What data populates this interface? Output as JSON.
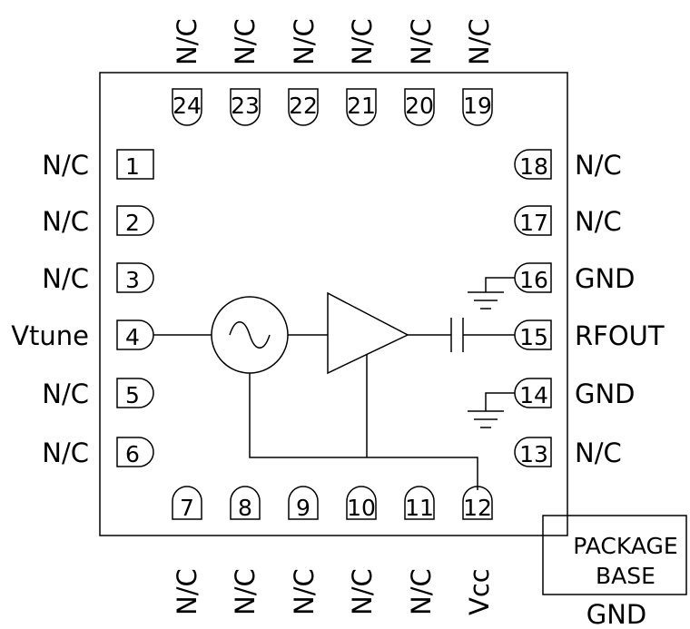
{
  "pins_left": [
    {
      "num": "1",
      "label": "N/C",
      "shape": "square"
    },
    {
      "num": "2",
      "label": "N/C",
      "shape": "round"
    },
    {
      "num": "3",
      "label": "N/C",
      "shape": "round"
    },
    {
      "num": "4",
      "label": "Vtune",
      "shape": "round"
    },
    {
      "num": "5",
      "label": "N/C",
      "shape": "round"
    },
    {
      "num": "6",
      "label": "N/C",
      "shape": "round"
    }
  ],
  "pins_bottom": [
    {
      "num": "7",
      "label": "N/C"
    },
    {
      "num": "8",
      "label": "N/C"
    },
    {
      "num": "9",
      "label": "N/C"
    },
    {
      "num": "10",
      "label": "N/C"
    },
    {
      "num": "11",
      "label": "N/C"
    },
    {
      "num": "12",
      "label": "Vcc"
    }
  ],
  "pins_right": [
    {
      "num": "13",
      "label": "N/C"
    },
    {
      "num": "14",
      "label": "GND"
    },
    {
      "num": "15",
      "label": "RFOUT"
    },
    {
      "num": "16",
      "label": "GND"
    },
    {
      "num": "17",
      "label": "N/C"
    },
    {
      "num": "18",
      "label": "N/C"
    }
  ],
  "pins_top": [
    {
      "num": "19",
      "label": "N/C"
    },
    {
      "num": "20",
      "label": "N/C"
    },
    {
      "num": "21",
      "label": "N/C"
    },
    {
      "num": "22",
      "label": "N/C"
    },
    {
      "num": "23",
      "label": "N/C"
    },
    {
      "num": "24",
      "label": "N/C"
    }
  ],
  "package_base": {
    "line1": "PACKAGE",
    "line2": "BASE",
    "net": "GND"
  },
  "symbols": {
    "oscillator": "oscillator-icon",
    "amplifier": "amplifier-icon",
    "capacitor": "capacitor-icon",
    "ground": "ground-icon"
  }
}
